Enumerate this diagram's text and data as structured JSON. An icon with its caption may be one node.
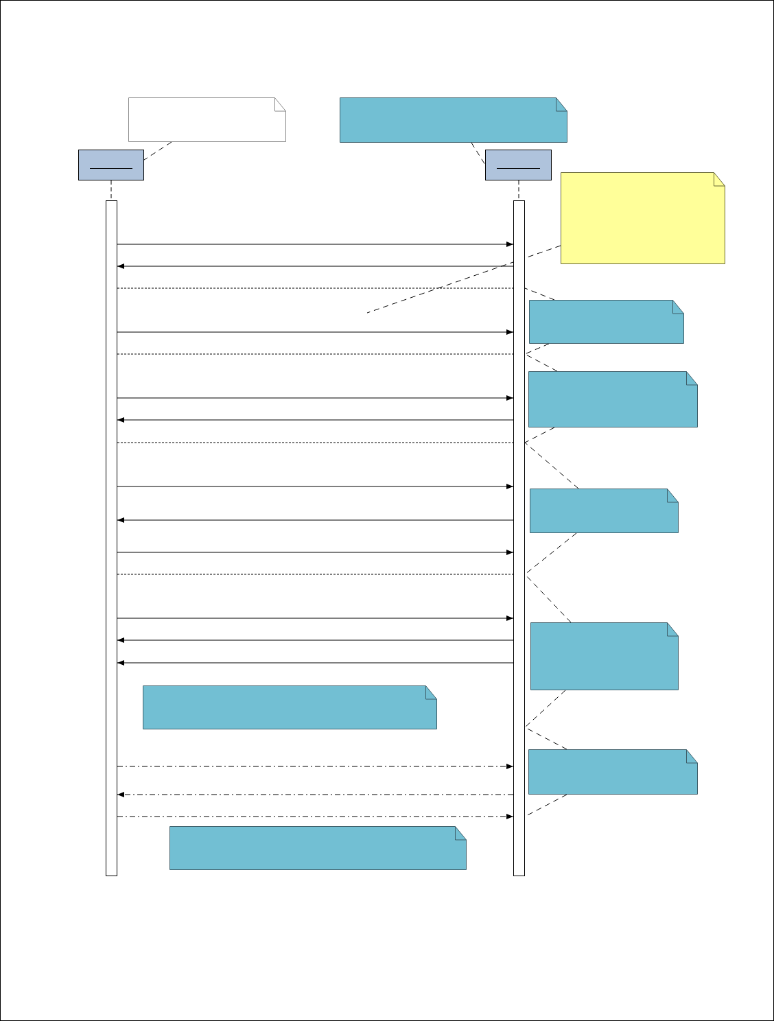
{
  "diagram": {
    "nodes": [
      {
        "text": [],
        "shape": "box"
      },
      {
        "text": [],
        "shape": "box"
      },
      {
        "text": [],
        "shape": "box"
      },
      {
        "text": [],
        "shape": "box"
      },
      {
        "text": [],
        "shape": "box"
      },
      {
        "text": [],
        "shape": "bar"
      },
      {
        "text": [],
        "shape": "bar"
      },
      {
        "text": [],
        "shape": "box"
      },
      {
        "text": [],
        "shape": "box"
      },
      {
        "text": [],
        "shape": "box"
      },
      {
        "text": [],
        "shape": "box"
      },
      {
        "text": [],
        "shape": "box"
      },
      {
        "text": [],
        "shape": "box"
      },
      {
        "text": [],
        "shape": "box"
      }
    ],
    "edges": [
      {
        "from": 0,
        "to": 2,
        "arrow": "none",
        "style": "dashed"
      },
      {
        "from": 1,
        "to": 3,
        "arrow": "none",
        "style": "dashed"
      },
      {
        "from": 2,
        "to": 5,
        "arrow": "none",
        "style": "dashed"
      },
      {
        "from": 3,
        "to": 6,
        "arrow": "none",
        "style": "dashed"
      },
      {
        "from": 5,
        "to": 6,
        "arrow": "to"
      },
      {
        "from": 6,
        "to": 5,
        "arrow": "to"
      },
      {
        "from": 5,
        "to": 6,
        "arrow": "none",
        "style": "dashed"
      },
      {
        "from": 5,
        "to": 6,
        "arrow": "to"
      },
      {
        "from": 5,
        "to": 6,
        "arrow": "none",
        "style": "dashed"
      },
      {
        "from": 5,
        "to": 6,
        "arrow": "to"
      },
      {
        "from": 6,
        "to": 5,
        "arrow": "to"
      },
      {
        "from": 5,
        "to": 6,
        "arrow": "none",
        "style": "dashed"
      },
      {
        "from": 5,
        "to": 6,
        "arrow": "to"
      },
      {
        "from": 6,
        "to": 5,
        "arrow": "to"
      },
      {
        "from": 5,
        "to": 6,
        "arrow": "to"
      },
      {
        "from": 5,
        "to": 6,
        "arrow": "none",
        "style": "dashed"
      },
      {
        "from": 5,
        "to": 6,
        "arrow": "to"
      },
      {
        "from": 6,
        "to": 5,
        "arrow": "to"
      },
      {
        "from": 6,
        "to": 5,
        "arrow": "to"
      },
      {
        "from": 5,
        "to": 6,
        "arrow": "to",
        "style": "dashed"
      },
      {
        "from": 6,
        "to": 5,
        "arrow": "to",
        "style": "dashed"
      },
      {
        "from": 5,
        "to": 6,
        "arrow": "to",
        "style": "dashed"
      },
      {
        "from": 4,
        "to": null,
        "arrow": "none",
        "style": "dashed"
      },
      {
        "from": 7,
        "to": 6,
        "arrow": "none",
        "style": "dashed"
      },
      {
        "from": 7,
        "to": 6,
        "arrow": "none",
        "style": "dashed"
      },
      {
        "from": 8,
        "to": 6,
        "arrow": "none",
        "style": "dashed"
      },
      {
        "from": 8,
        "to": 6,
        "arrow": "none",
        "style": "dashed"
      },
      {
        "from": 9,
        "to": 6,
        "arrow": "none",
        "style": "dashed"
      },
      {
        "from": 9,
        "to": 6,
        "arrow": "none",
        "style": "dashed"
      },
      {
        "from": 10,
        "to": 6,
        "arrow": "none",
        "style": "dashed"
      },
      {
        "from": 10,
        "to": 6,
        "arrow": "none",
        "style": "dashed"
      },
      {
        "from": 12,
        "to": 6,
        "arrow": "none",
        "style": "dashed"
      },
      {
        "from": 12,
        "to": 6,
        "arrow": "none",
        "style": "dashed"
      }
    ]
  }
}
